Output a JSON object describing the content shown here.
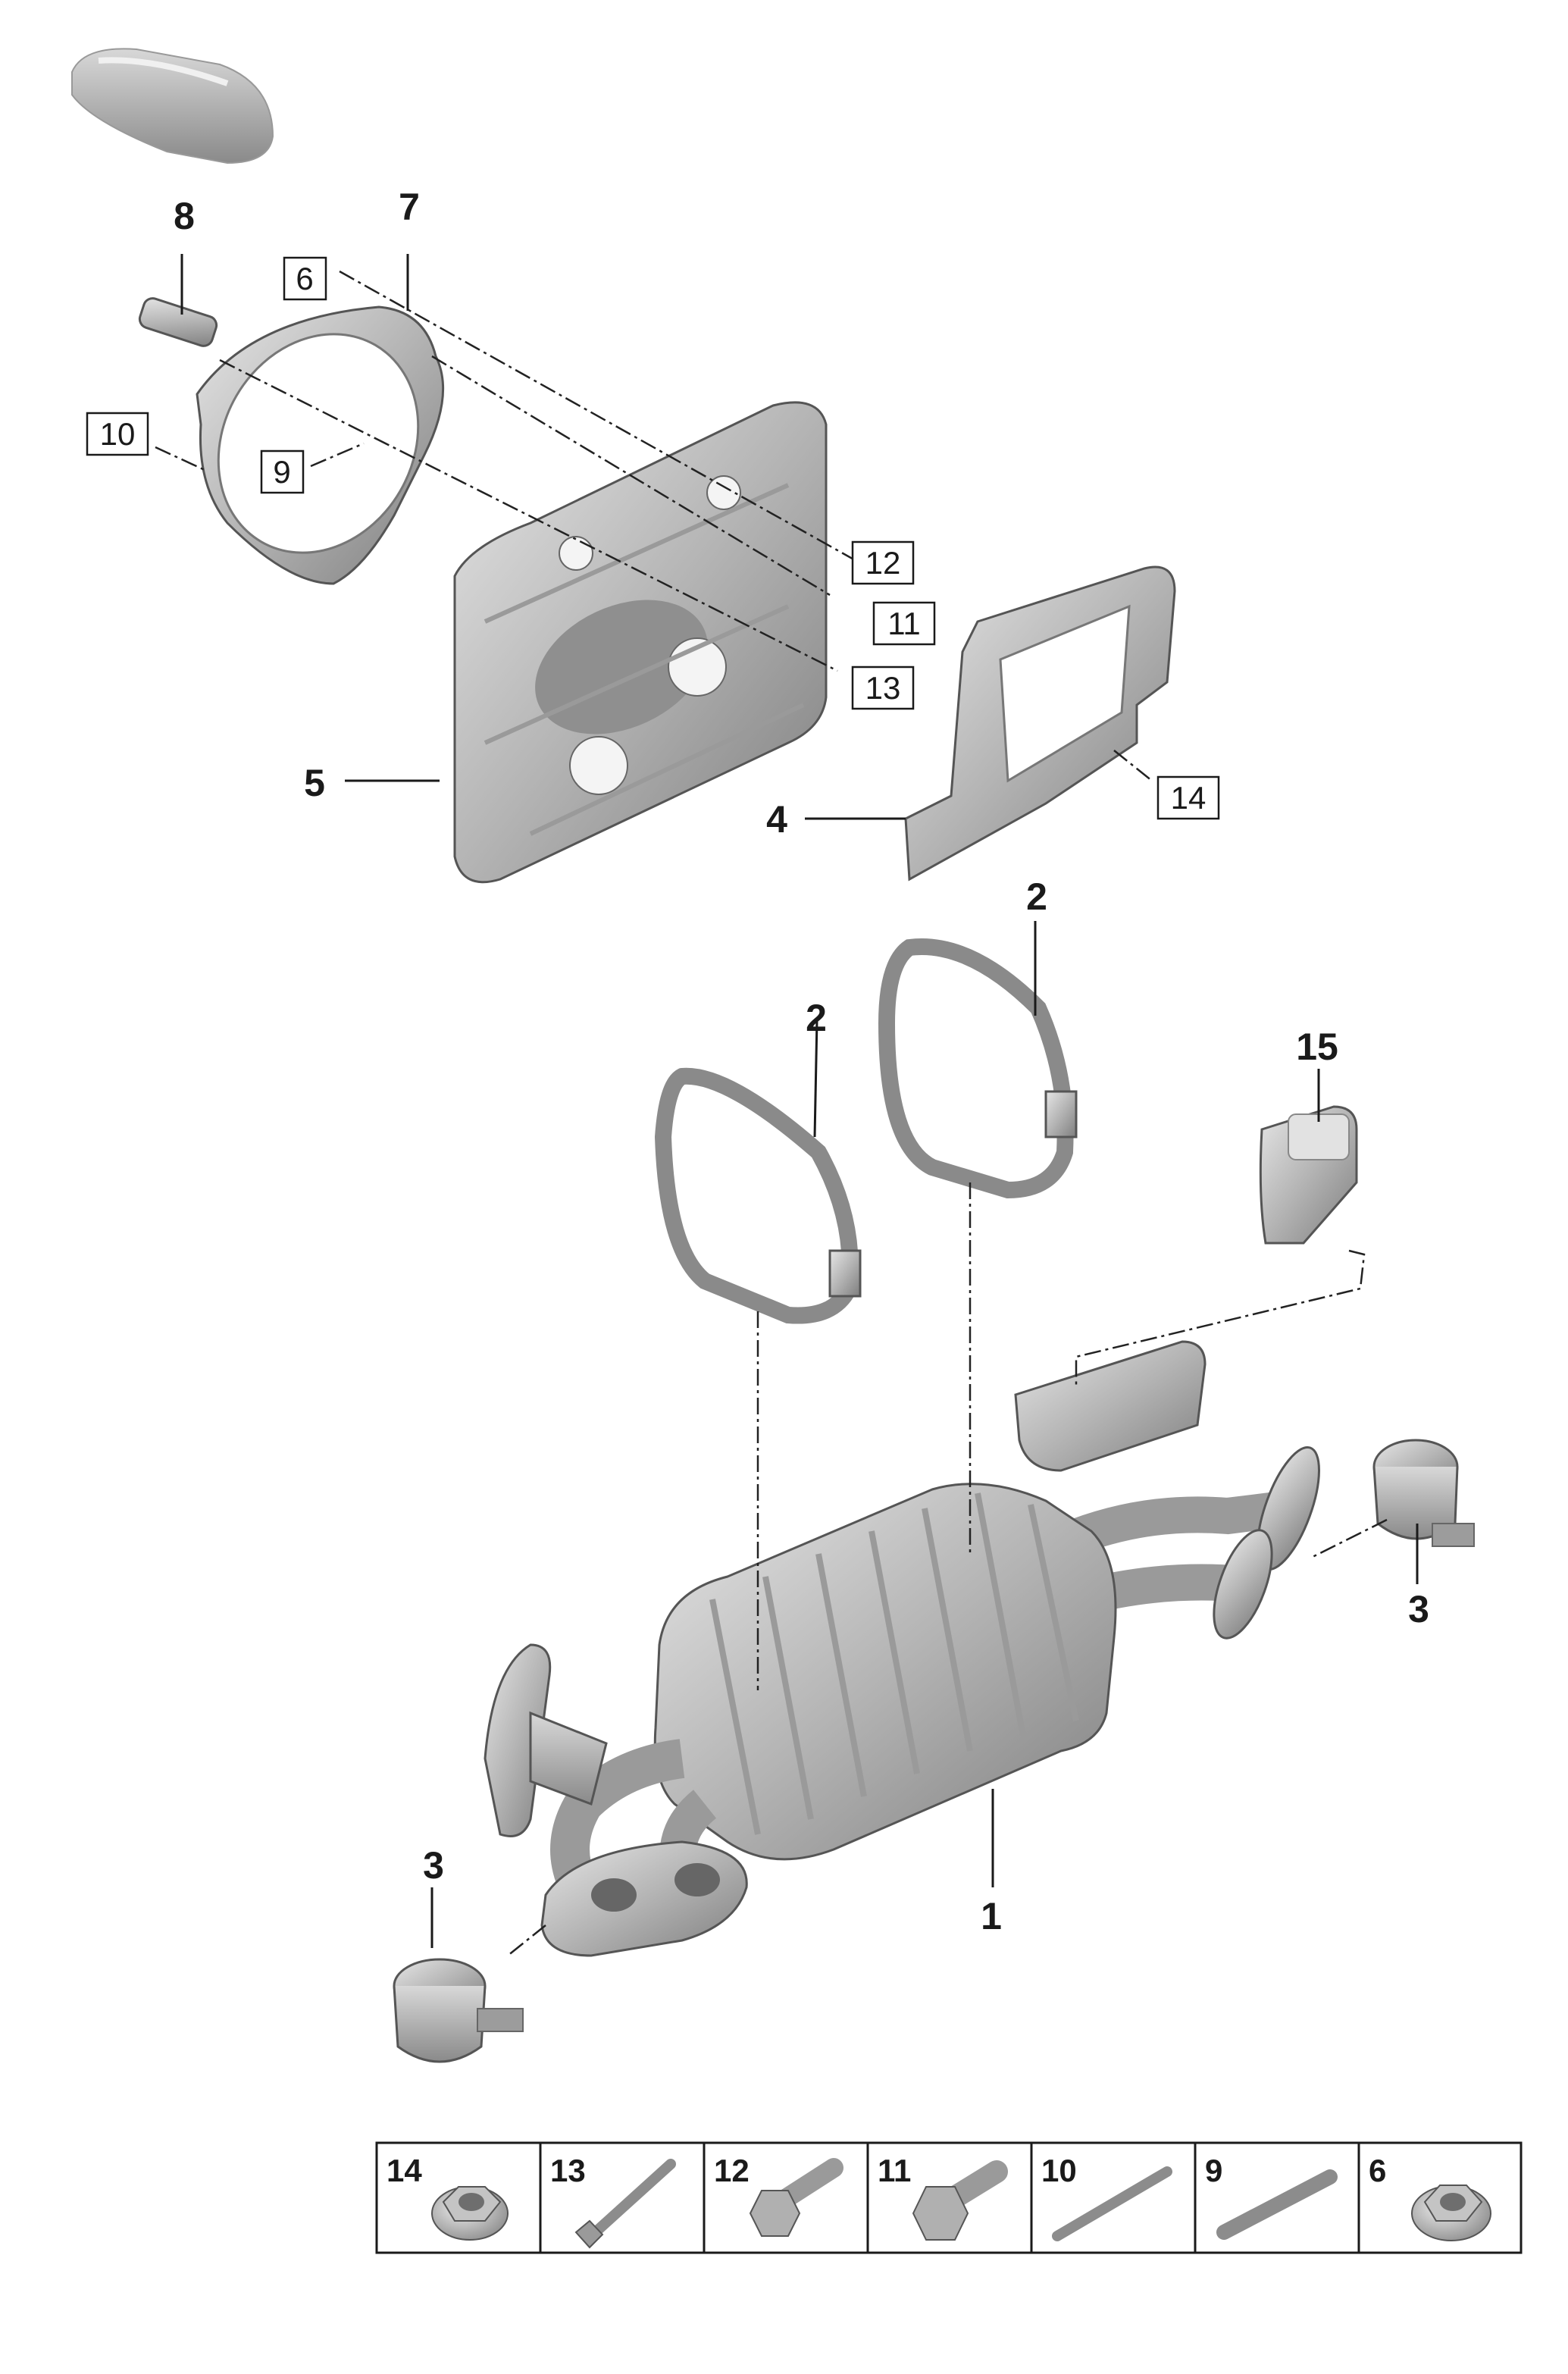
{
  "callouts": {
    "c1": "1",
    "c2a": "2",
    "c2b": "2",
    "c3a": "3",
    "c3b": "3",
    "c4": "4",
    "c5": "5",
    "c7": "7",
    "c8": "8",
    "c15": "15"
  },
  "boxed_callouts": {
    "b6": "6",
    "b9": "9",
    "b10": "10",
    "b11": "11",
    "b12": "12",
    "b13": "13",
    "b14": "14"
  },
  "hardware_table": [
    {
      "number": "14",
      "icon": "flange-nut-icon"
    },
    {
      "number": "13",
      "icon": "long-bolt-icon"
    },
    {
      "number": "12",
      "icon": "hex-bolt-icon"
    },
    {
      "number": "11",
      "icon": "hex-bolt-icon"
    },
    {
      "number": "10",
      "icon": "stud-icon"
    },
    {
      "number": "9",
      "icon": "stud-icon"
    },
    {
      "number": "6",
      "icon": "flange-nut-icon"
    }
  ],
  "colors": {
    "part_fill": "#b8b8b8",
    "part_shade": "#8c8c8c",
    "part_light": "#dcdcdc",
    "line": "#1a1a1a"
  }
}
